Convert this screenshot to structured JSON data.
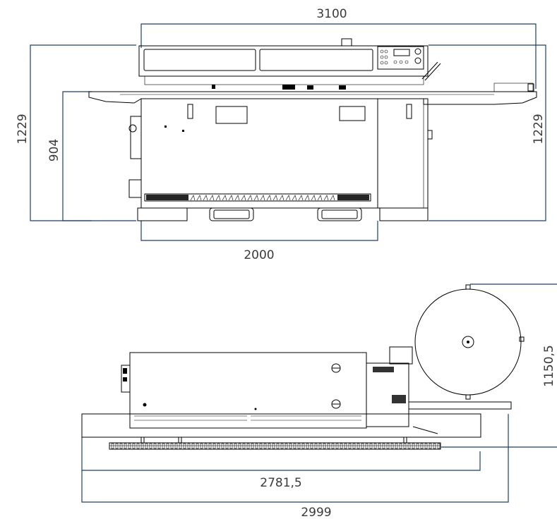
{
  "front_view": {
    "dim_overall_width": "3100",
    "dim_height_left": "1229",
    "dim_height_right": "1229",
    "dim_table_height": "904",
    "dim_base_width": "2000"
  },
  "top_view": {
    "dim_roll_height": "1150,5",
    "dim_length_inner": "2781,5",
    "dim_length_outer": "2999"
  },
  "colors": {
    "dimension_line": "#1f3f63",
    "drawing_line": "#000000",
    "label_text": "#3a3a3a"
  }
}
